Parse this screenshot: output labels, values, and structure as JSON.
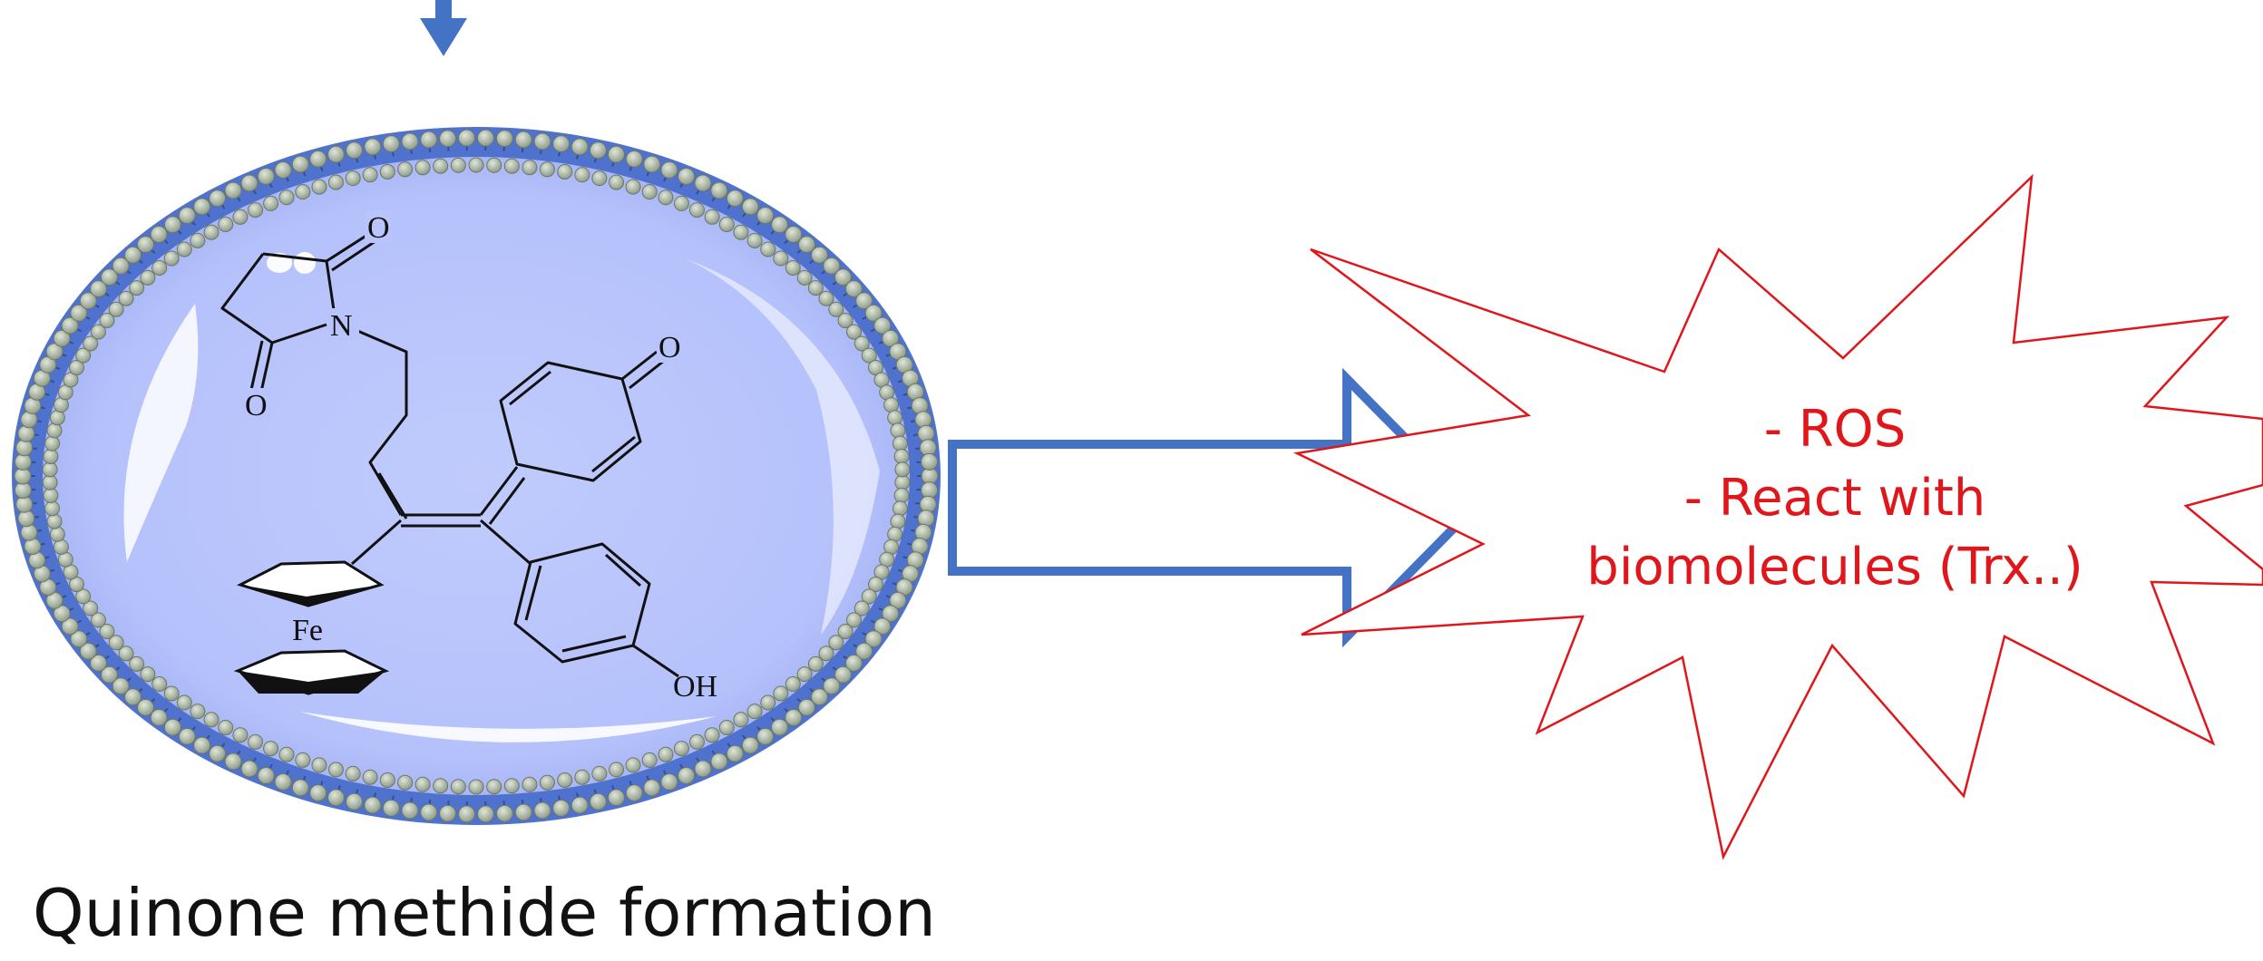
{
  "caption": "Quinone methide formation",
  "burst_lines": [
    "- ROS",
    "- React with",
    "biomolecules (Trx..)"
  ],
  "atoms": {
    "oxygen_top": "O",
    "nitrogen": "N",
    "oxygen_left": "O",
    "oxygen_quinone": "O",
    "iron": "Fe",
    "hydroxyl": "OH"
  },
  "colors": {
    "arrow": "#4472c4",
    "membrane_head": "#aab6a4",
    "membrane_tail": "#4f72cf",
    "cell_interior": "#b8c4fb",
    "burst": "#e0161b",
    "text": "#111111"
  }
}
